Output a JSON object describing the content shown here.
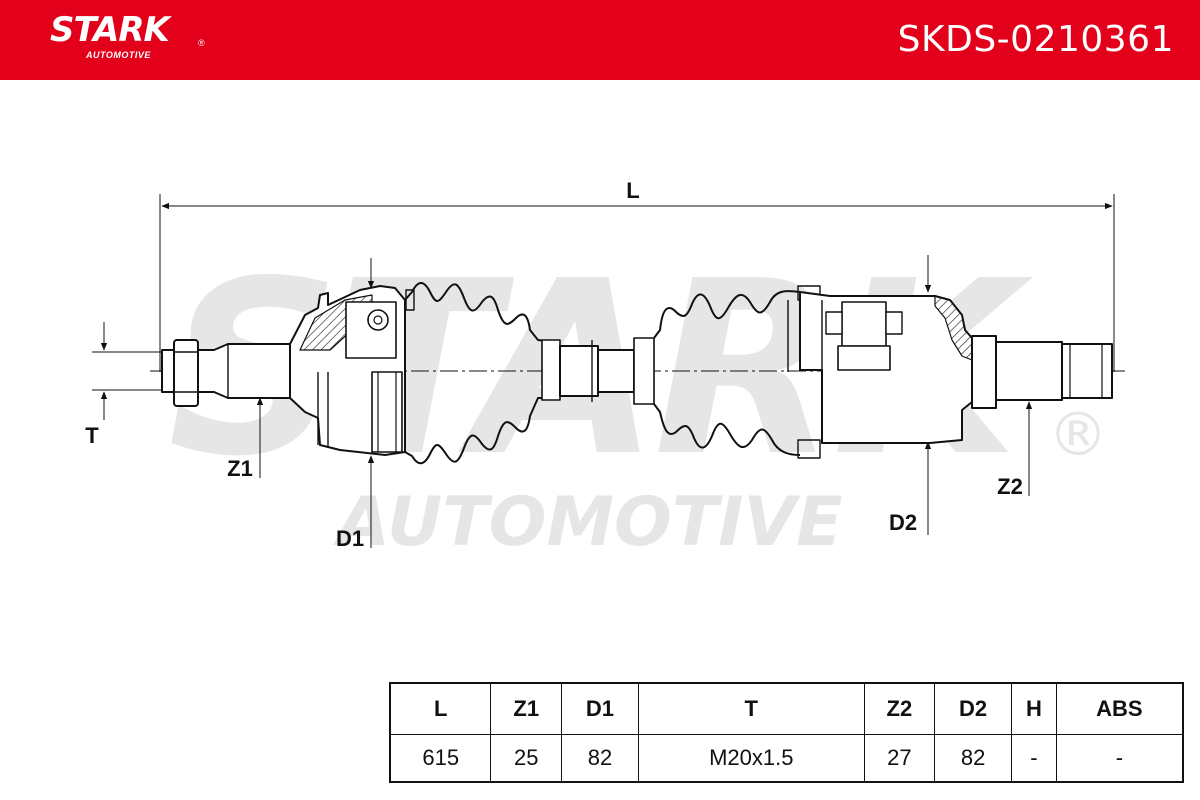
{
  "header": {
    "logo_text": "STARK",
    "logo_reg": "®",
    "logo_sub": "AUTOMOTIVE",
    "part_number": "SKDS-0210361",
    "brand_color": "#e2001a"
  },
  "watermark": {
    "main": "STARK",
    "sub": "AUTOMOTIVE",
    "reg": "®"
  },
  "dimension_labels": {
    "L": "L",
    "T": "T",
    "Z1": "Z1",
    "D1": "D1",
    "D2": "D2",
    "Z2": "Z2"
  },
  "spec_table": {
    "headers": [
      "L",
      "Z1",
      "D1",
      "T",
      "Z2",
      "D2",
      "H",
      "ABS"
    ],
    "values": [
      "615",
      "25",
      "82",
      "M20x1.5",
      "27",
      "82",
      "-",
      "-"
    ]
  }
}
